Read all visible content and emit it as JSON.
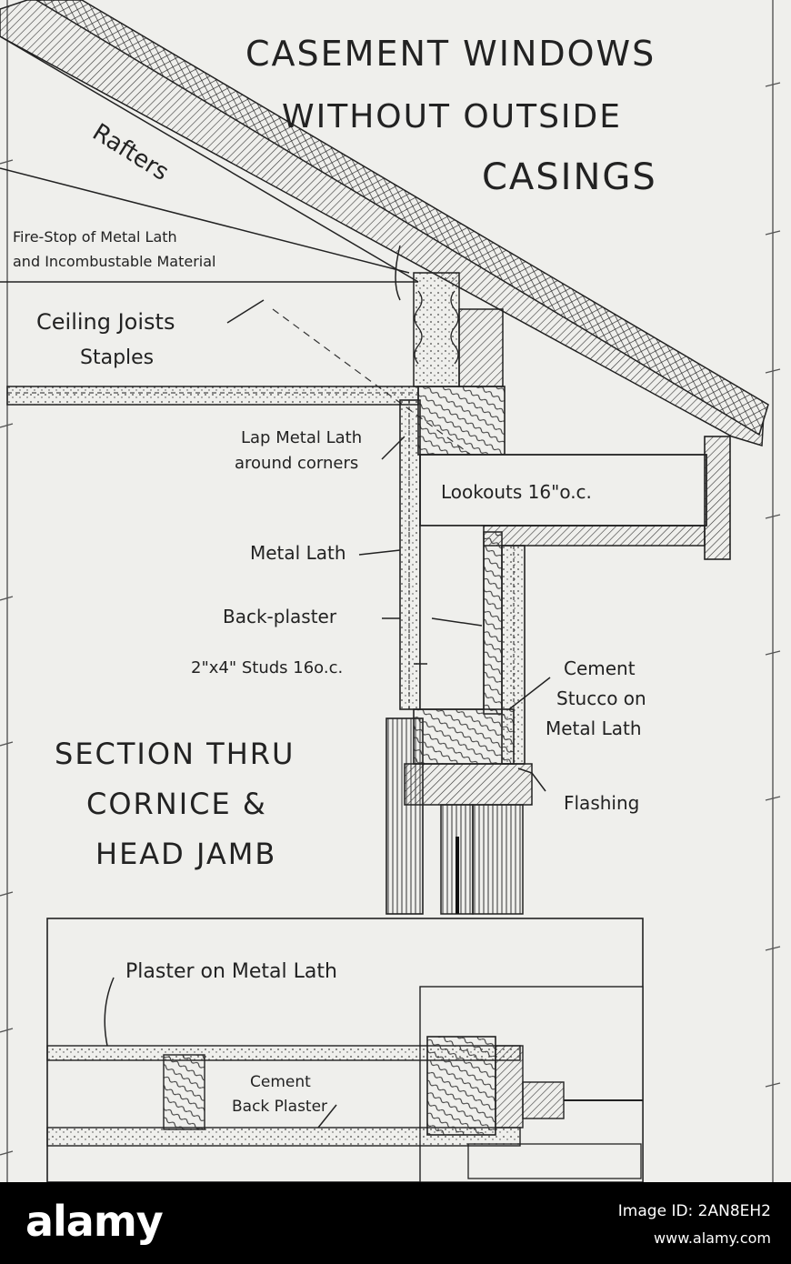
{
  "title": {
    "line1": "CASEMENT WINDOWS",
    "line2": "WITHOUT OUTSIDE",
    "line3": "CASINGS"
  },
  "labels": {
    "rafters": "Rafters",
    "fire_stop_1": "Fire-Stop of Metal Lath",
    "fire_stop_2": "and Incombustable Material",
    "ceiling_joists": "Ceiling Joists",
    "staples": "Staples",
    "lap_metal_lath_1": "Lap Metal Lath",
    "lap_metal_lath_2": "around corners",
    "lookouts": "Lookouts 16\"o.c.",
    "metal_lath": "Metal Lath",
    "back_plaster": "Back-plaster",
    "studs": "2\"x4\" Studs 16o.c.",
    "cement_stucco_1": "Cement",
    "cement_stucco_2": "Stucco on",
    "cement_stucco_3": "Metal Lath",
    "flashing": "Flashing",
    "plaster_on_metal_lath": "Plaster on Metal Lath",
    "cement_back_plaster_1": "Cement",
    "cement_back_plaster_2": "Back Plaster"
  },
  "section_title": {
    "line1": "SECTION THRU",
    "line2": "CORNICE &",
    "line3": "HEAD JAMB"
  },
  "footer": {
    "logo": "alamy",
    "image_id": "Image ID: 2AN8EH2",
    "url": "www.alamy.com"
  }
}
